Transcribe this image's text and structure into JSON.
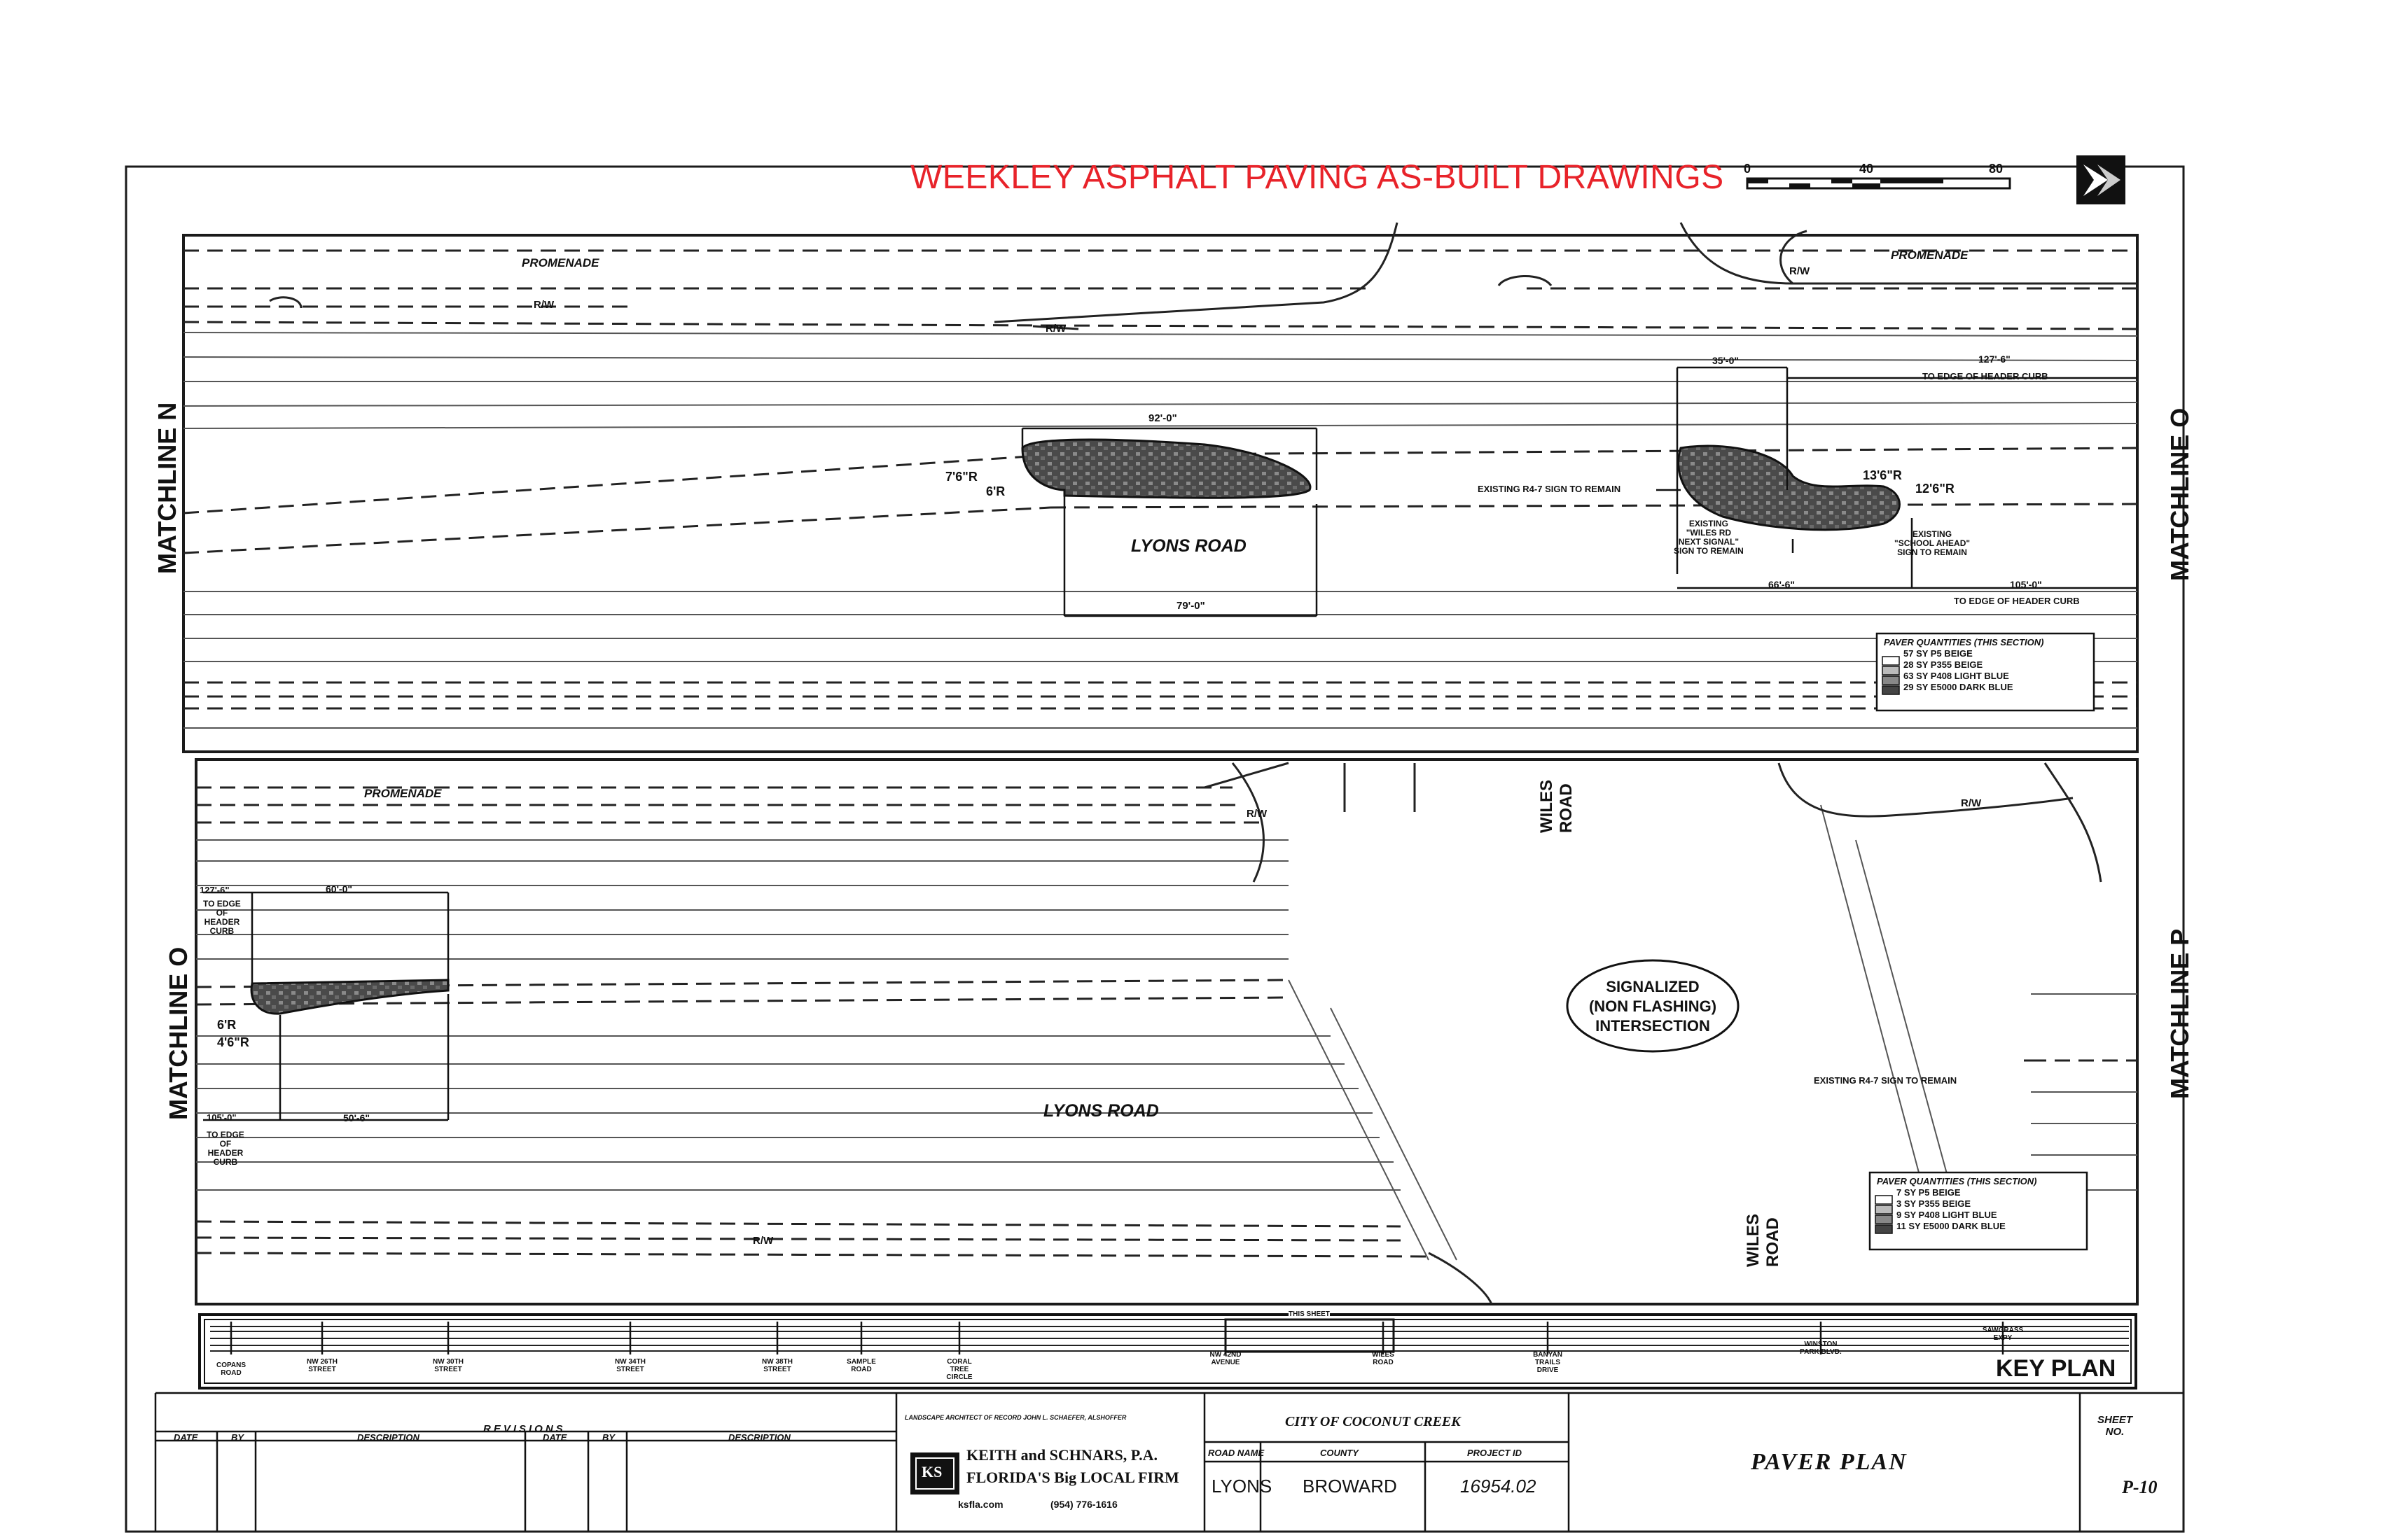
{
  "header": {
    "title": "WEEKLEY ASPHALT PAVING AS-BUILT DRAWINGS",
    "scale_labels": [
      "0",
      "40",
      "80"
    ]
  },
  "upper_panel": {
    "matchline_left": "MATCHLINE N",
    "matchline_right": "MATCHLINE O",
    "promenade_left": "PROMENADE",
    "promenade_right": "PROMENADE",
    "rw_labels": [
      "R/W",
      "R/W",
      "R/W"
    ],
    "road_name": "LYONS ROAD",
    "dim_top_left": "92'-0\"",
    "dim_bottom_left": "79'-0\"",
    "radius_1": "7'6\"R",
    "radius_2": "6'R",
    "dim_top_right": "35'-0\"",
    "dim_edge_top": "127'-6\"",
    "edge_top_note": "TO EDGE OF HEADER CURB",
    "radius_3": "13'6\"R",
    "radius_4": "12'6\"R",
    "sign_note_1": "EXISTING R4-7 SIGN TO REMAIN",
    "sign_note_2": [
      "EXISTING",
      "\"WILES RD",
      "NEXT SIGNAL\"",
      "SIGN TO REMAIN"
    ],
    "sign_note_3": [
      "EXISTING",
      "\"SCHOOL AHEAD\"",
      "SIGN TO REMAIN"
    ],
    "dim_bottom_right": "66'-6\"",
    "dim_edge_bottom": "105'-0\"",
    "edge_bottom_note": "TO EDGE OF HEADER CURB",
    "quantities": {
      "header": "PAVER QUANTITIES (THIS SECTION)",
      "items": [
        "57 SY  P5 BEIGE",
        "28 SY  P355 BEIGE",
        "63 SY  P408 LIGHT BLUE",
        "29 SY  E5000 DARK BLUE"
      ]
    }
  },
  "lower_panel": {
    "matchline_left": "MATCHLINE O",
    "matchline_right": "MATCHLINE P",
    "promenade": "PROMENADE",
    "rw_labels": [
      "R/W",
      "R/W",
      "R/W"
    ],
    "wiles_road_top": "WILES ROAD",
    "wiles_road_bottom": "WILES ROAD",
    "road_name": "LYONS ROAD",
    "dim_edge_top": "127'-6\"",
    "edge_top_note": [
      "TO EDGE",
      "OF",
      "HEADER",
      "CURB"
    ],
    "dim_top": "60'-0\"",
    "radius_1": "6'R",
    "radius_2": "4'6\"R",
    "dim_edge_bottom": "105'-0\"",
    "edge_bottom_note": [
      "TO EDGE",
      "OF",
      "HEADER",
      "CURB"
    ],
    "dim_bottom": "50'-6\"",
    "signal_note": [
      "SIGNALIZED",
      "(NON FLASHING)",
      "INTERSECTION"
    ],
    "sign_note": "EXISTING R4-7 SIGN TO REMAIN",
    "quantities": {
      "header": "PAVER QUANTITIES (THIS SECTION)",
      "items": [
        "7 SY  P5 BEIGE",
        "3 SY  P355 BEIGE",
        "9 SY  P408 LIGHT BLUE",
        "11 SY  E5000 DARK BLUE"
      ]
    }
  },
  "key_plan": {
    "title": "KEY PLAN",
    "this_sheet": "THIS SHEET",
    "streets": [
      "COPANS ROAD",
      "NW 26TH STREET",
      "NW 30TH STREET",
      "NW 34TH STREET",
      "NW 38TH STREET",
      "SAMPLE ROAD",
      "CORAL TREE CIRCLE",
      "NW 42ND AVENUE",
      "WILES ROAD",
      "BANYAN TRAILS DRIVE",
      "WINSTON PARK BLVD.",
      "SAWGRASS EXPY"
    ]
  },
  "title_block": {
    "revisions": "REVISIONS",
    "col_date": "DATE",
    "col_by": "BY",
    "col_description": "DESCRIPTION",
    "architect_note": "LANDSCAPE ARCHITECT OF RECORD JOHN L. SCHAEFER, ALSHOFFER",
    "firm_name": "KEITH and SCHNARS, P.A.",
    "firm_tagline": "FLORIDA'S Big LOCAL FIRM",
    "firm_logo": "KS",
    "firm_web": "ksfla.com",
    "firm_phone": "(954) 776-1616",
    "client": "CITY OF COCONUT CREEK",
    "hdr_road": "ROAD NAME",
    "hdr_county": "COUNTY",
    "hdr_project": "PROJECT ID",
    "road": "LYONS",
    "county": "BROWARD",
    "project_id": "16954.02",
    "sheet_title": "PAVER PLAN",
    "sheet_no_label": "SHEET NO.",
    "sheet_no": "P-10"
  },
  "colors": {
    "title_red": "#e8232a",
    "line": "#1a1a1a",
    "paver_dark": "#3a3a3a",
    "paver_mid": "#7a7a7a",
    "paver_light": "#a9a9a9"
  }
}
